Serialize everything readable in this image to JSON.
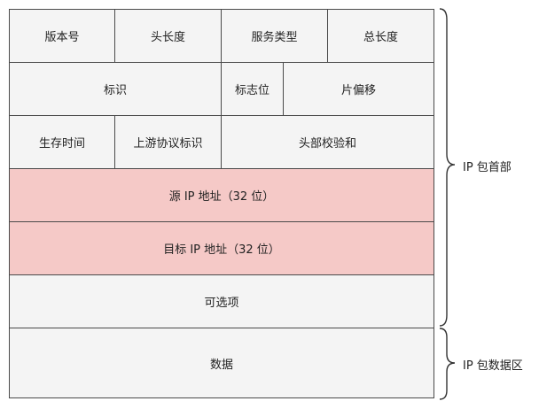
{
  "header_rows": {
    "row1": {
      "version": "版本号",
      "header_length": "头长度",
      "service_type": "服务类型",
      "total_length": "总长度"
    },
    "row2": {
      "identification": "标识",
      "flags": "标志位",
      "fragment_offset": "片偏移"
    },
    "row3": {
      "ttl": "生存时间",
      "protocol": "上游协议标识",
      "checksum": "头部校验和"
    },
    "row4": {
      "src_ip": "源 IP 地址（32 位）"
    },
    "row5": {
      "dst_ip": "目标 IP 地址（32 位）"
    },
    "row6": {
      "options": "可选项"
    }
  },
  "data_row": {
    "data": "数据"
  },
  "braces": {
    "header_label": "IP 包首部",
    "data_label": "IP 包数据区"
  },
  "colors": {
    "highlight": "#f5c9c7",
    "cell": "#f4f4f4",
    "border": "#4a4a4a"
  }
}
